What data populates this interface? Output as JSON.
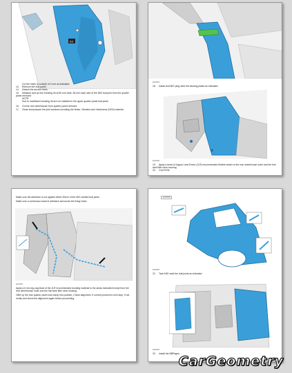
{
  "brand": "CarGeometry",
  "pages": {
    "p1": {
      "callout": "E3",
      "lines": [
        {
          "n": "",
          "t": "Cut the holes to a depth of 2 mm as indicated."
        },
        {
          "n": "13.",
          "t": "Remove the rear panel."
        },
        {
          "n": "14.",
          "t": "Detach the anchor rivets."
        },
        {
          "n": "15.",
          "t": "Measure and cut the bonding rib at 80 mm wide, 38 mm each side of the MIG butt joint from the quarter panel remnant."
        },
        {
          "n": "",
          "t": "NOTE:"
        },
        {
          "n": "",
          "t": "Due to insufficient bonding rib are not installed in the upper quarter panel butt joints."
        },
        {
          "n": "16.",
          "t": "Cut the rear wheelhouse from quarter panel remnant."
        },
        {
          "n": "17.",
          "t": "Clean and prepare the joint surfaces including the Noise, Vibration and Harshness (NVH) material."
        }
      ]
    },
    "p2": {
      "code_a": "E197567",
      "line_a": {
        "n": "18.",
        "t": "Install and MIG plug weld the backing plates as indicated."
      },
      "code_b": "E197567",
      "line_b": {
        "n": "19.",
        "t": "Apply a bead of Jaguar Land Rover (JLR) recommended flexible sealer to the rear wheelhouse outer and the fuel tank filler neck housing."
      },
      "line_c": {
        "n": "20.",
        "t": "CAUTION:"
      }
    },
    "p3": {
      "top1": "Make sure the adhesive is not applied within 30mm of the MIG welded butt joints.",
      "top2": "Make sure a continuous bead of adhesive surrounds the fixing holes.",
      "code": "E197567",
      "bottom": "Apply a 6 mm zig-zag bead of the JLR recommended bonding material to the areas indicated except from the rear wheelhouse outer and the fuel tank filler neck housing.",
      "bottom2": "Offer up the rear quarter panel and clamp into position. Check alignment, if correct proceed to next step, if not rectify and check the alignment again before proceeding."
    },
    "p4": {
      "header": "E197568",
      "code_a": "E197567",
      "line_a": {
        "n": "22.",
        "t": "Tack MIG weld the butt joints as indicated."
      },
      "code_b": "E197567",
      "line_b": {
        "n": "23.",
        "t": "Install the BBPages..."
      }
    }
  }
}
